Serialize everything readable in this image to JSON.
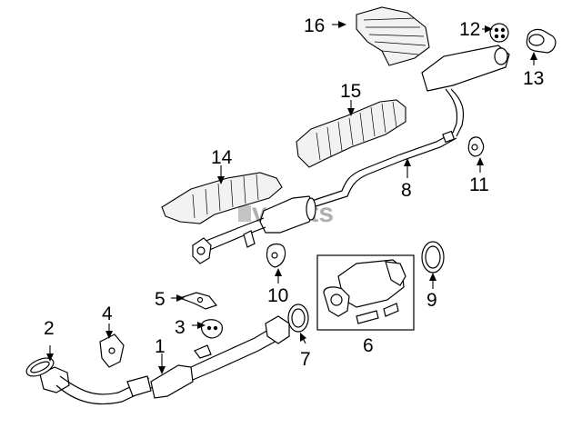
{
  "callouts": {
    "c1": "1",
    "c2": "2",
    "c3": "3",
    "c4": "4",
    "c5": "5",
    "c6": "6",
    "c7": "7",
    "c8": "8",
    "c9": "9",
    "c10": "10",
    "c11": "11",
    "c12": "12",
    "c13": "13",
    "c14": "14",
    "c15": "15",
    "c16": "16"
  },
  "watermark": "vparts"
}
